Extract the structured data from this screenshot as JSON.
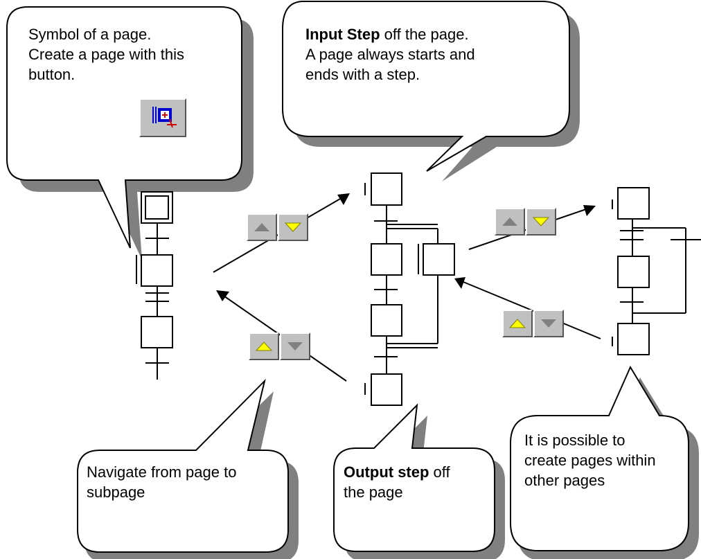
{
  "callouts": {
    "page_symbol": {
      "line1": "Symbol of a page.",
      "line2": "Create a page with this",
      "line3": "button."
    },
    "input_step": {
      "bold": "Input Step",
      "line1_rest": " off the page.",
      "line2": "A page always starts and",
      "line3": "ends with a step."
    },
    "navigate": {
      "line1": "Navigate from page to",
      "line2": "subpage"
    },
    "output_step": {
      "bold": "Output step",
      "line1_rest": " off",
      "line2": "the page"
    },
    "nested_pages": {
      "line1": "It is possible to",
      "line2": "create pages within",
      "line3": "other pages"
    }
  },
  "icons": {
    "page_button": "sfc-page-icon",
    "nav_up": "triangle-up-icon",
    "nav_down": "triangle-down-icon"
  },
  "colors": {
    "shadow": "#808080",
    "button_face": "#c0c0c0",
    "active_arrow": "#ffff00",
    "inactive_arrow": "#808080",
    "page_icon_blue": "#0000cc",
    "page_icon_red": "#cc0000"
  }
}
